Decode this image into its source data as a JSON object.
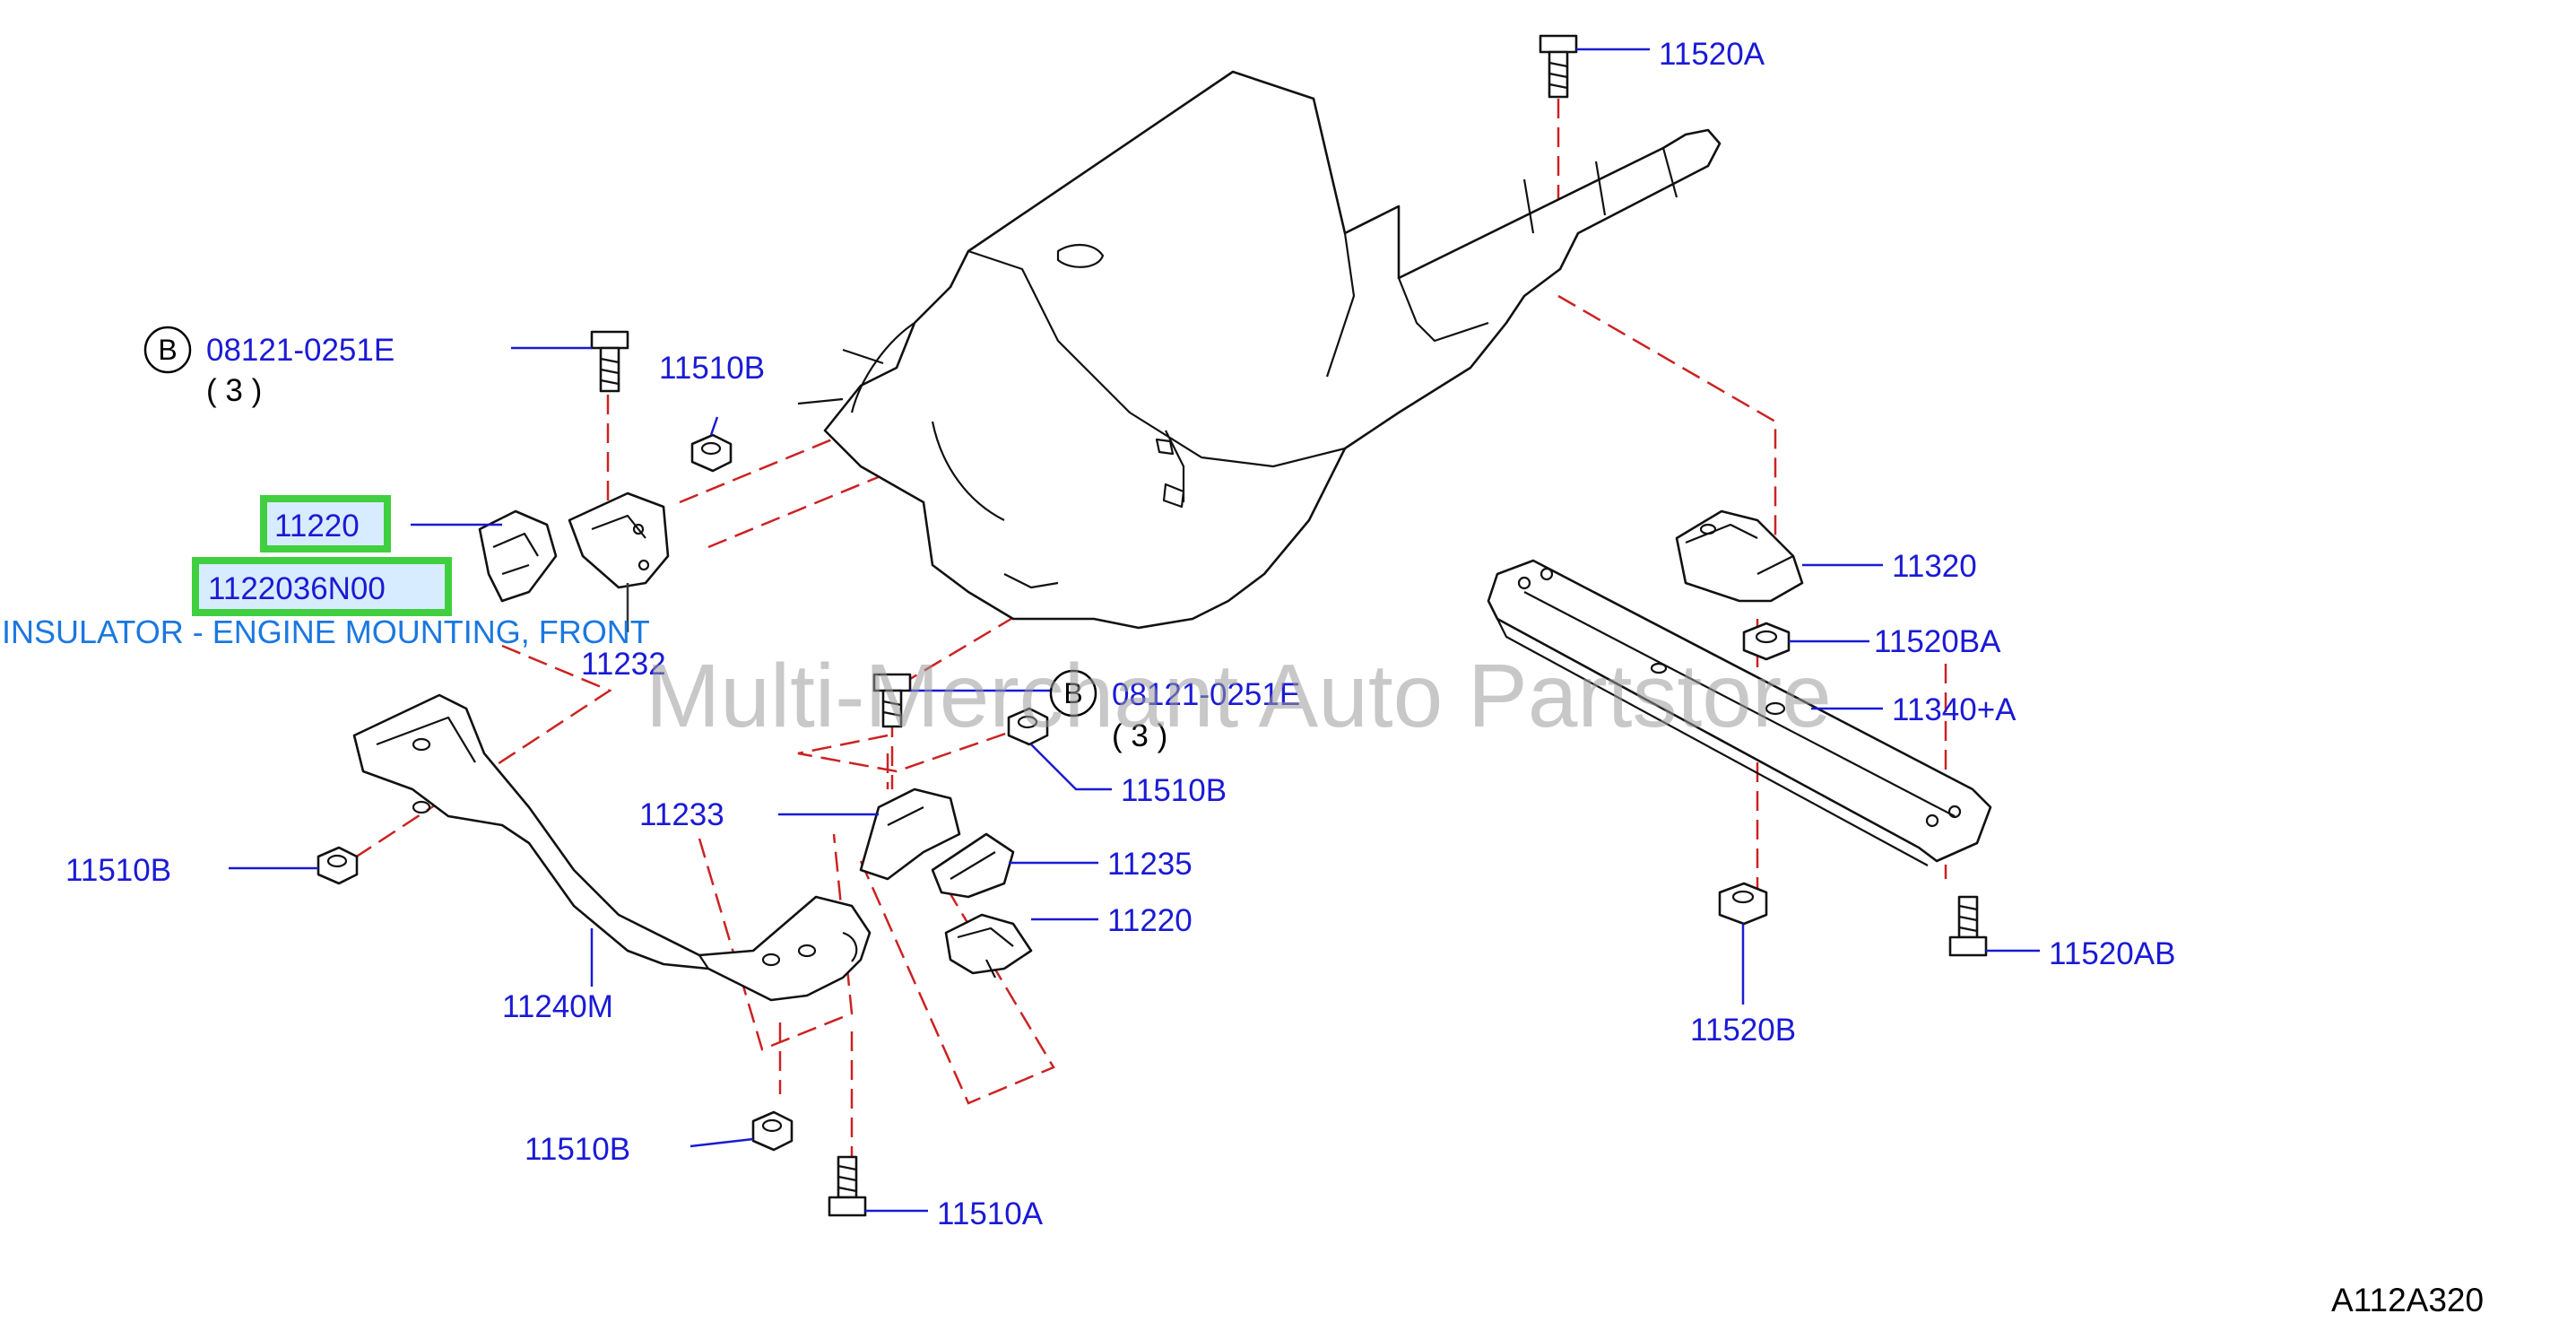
{
  "labels": {
    "l_11520A": "11520A",
    "l_bolt_top": "08121-0251E",
    "l_bolt_top_qty": "( 3 )",
    "l_11510B_top": "11510B",
    "l_11220_hl": "11220",
    "l_part_no_hl": "1122036N00",
    "l_11232": "11232",
    "l_bolt_mid": "08121-0251E",
    "l_bolt_mid_qty": "( 3 )",
    "l_11510B_mid": "11510B",
    "l_11233": "11233",
    "l_11235": "11235",
    "l_11220_low": "11220",
    "l_11510B_left": "11510B",
    "l_11240M": "11240M",
    "l_11510B_bottom": "11510B",
    "l_11510A": "11510A",
    "l_11320": "11320",
    "l_11520BA": "11520BA",
    "l_11340A": "11340+A",
    "l_11520B": "11520B",
    "l_11520AB": "11520AB"
  },
  "bolt_marker": "B",
  "description": "INSULATOR - ENGINE MOUNTING, FRONT",
  "watermark": "Multi-Merchant Auto Partstore",
  "diagram_code": "A112A320",
  "colors": {
    "label": "#1a1ad6",
    "description": "#1a78e0",
    "highlight_border": "#3fcf3f",
    "highlight_fill": "#d8ecff",
    "dashed_line": "#cc2222"
  }
}
